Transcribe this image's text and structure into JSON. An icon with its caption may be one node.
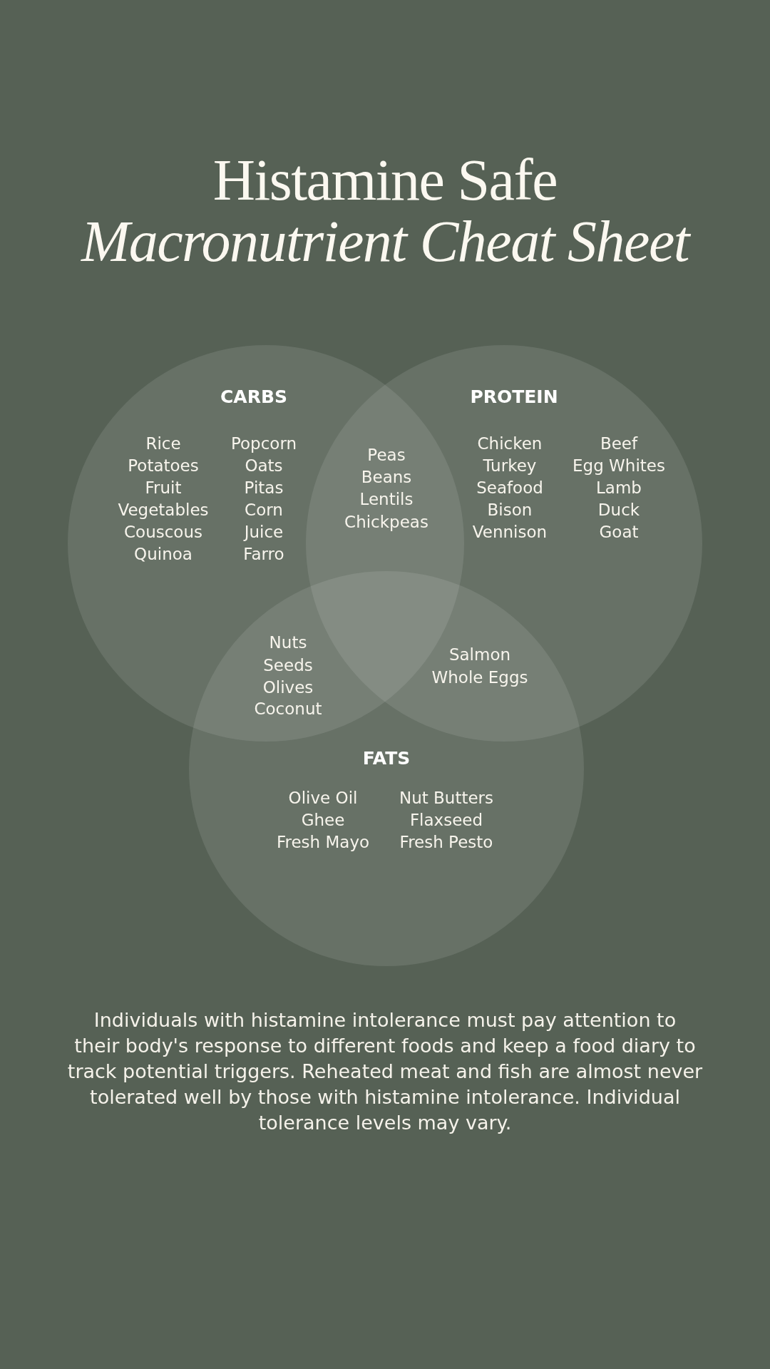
{
  "diagram": {
    "title": "Histamine Safe *Macronutrient Cheat Sheet*",
    "nodes": [
      {
        "text": [
          "CARBS",
          "Rice",
          "Potatoes",
          "Fruit",
          "Vegetables",
          "Couscous",
          "Quinoa",
          "Popcorn",
          "Oats",
          "Pitas",
          "Corn",
          "Juice",
          "Farro"
        ]
      },
      {
        "text": [
          "PROTEIN",
          "Chicken",
          "Turkey",
          "Seafood",
          "Bison",
          "Vennison",
          "Beef",
          "Egg Whites",
          "Lamb",
          "Duck",
          "Goat"
        ]
      },
      {
        "text": [
          "FATS",
          "Olive Oil",
          "Ghee",
          "Fresh Mayo",
          "Nut Butters",
          "Flaxseed",
          "Fresh Pesto"
        ]
      }
    ],
    "labels": [
      "Peas",
      "Beans",
      "Lentils",
      "Chickpeas",
      "Nuts",
      "Seeds",
      "Olives",
      "Coconut",
      "Salmon",
      "Whole Eggs"
    ],
    "caption": "Individuals with histamine intolerance must pay attention to their body's response to different foods and keep a food diary to track potential triggers. Reheated meat and fish are almost never tolerated well by those with histamine intolerance. Individual tolerance levels may vary."
  }
}
